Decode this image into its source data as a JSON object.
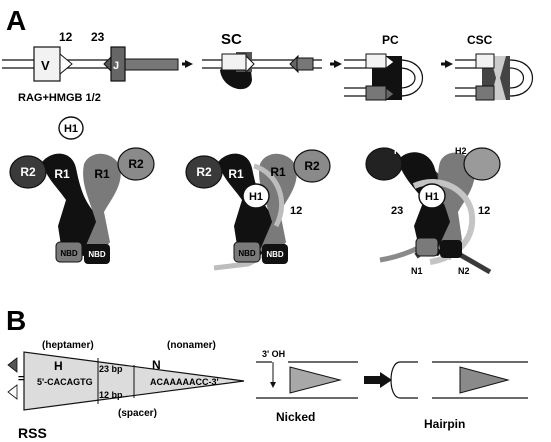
{
  "panel_a": {
    "letter": "A",
    "num_12": "12",
    "num_23": "23",
    "v_label": "V",
    "j_label": "J",
    "rag_label": "RAG+HMGB 1/2",
    "h1_label": "H1",
    "sc_label": "SC",
    "pc_label": "PC",
    "csc_label": "CSC",
    "complex1": {
      "r2_left": "R2",
      "r1_left": "R1",
      "r1_right": "R1",
      "r2_right": "R2",
      "nbd_left": "NBD",
      "nbd_right": "NBD"
    },
    "complex2": {
      "r2_left": "R2",
      "r1_left": "R1",
      "r1_right": "R1",
      "r2_right": "R2",
      "h1": "H1",
      "num_12": "12",
      "nbd_left": "NBD",
      "nbd_right": "NBD"
    },
    "complex3": {
      "h1_top": "H1",
      "h2_top": "H2",
      "h1_center": "H1",
      "num_23": "23",
      "num_12": "12",
      "n1": "N1",
      "n2": "N2"
    }
  },
  "panel_b": {
    "letter": "B",
    "heptamer": "(heptamer)",
    "nonamer": "(nonamer)",
    "h": "H",
    "n": "N",
    "bp23": "23 bp",
    "bp12": "12 bp",
    "seq_left": "5'-CACAGTG",
    "seq_right": "ACAAAAACC-3'",
    "spacer": "(spacer)",
    "eq": "=",
    "rss": "RSS",
    "oh3": "3' OH",
    "nicked": "Nicked",
    "hairpin": "Hairpin"
  },
  "colors": {
    "black": "#111111",
    "dark_gray": "#3a3a3a",
    "mid_gray": "#7a7a7a",
    "light_gray": "#bdbdbd",
    "pale_gray": "#dcdcdc"
  }
}
